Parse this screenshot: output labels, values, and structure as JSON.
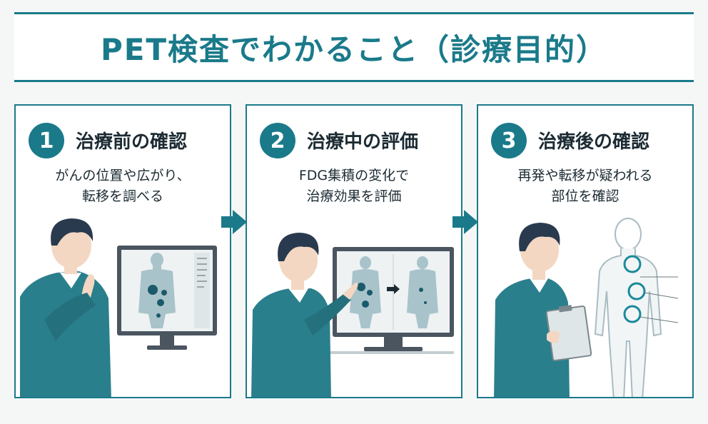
{
  "title": "PET検査でわかること（診療目的）",
  "steps": [
    {
      "number": "1",
      "title": "治療前の確認",
      "desc_lines": [
        "がんの位置や広がり、",
        "転移を調べる"
      ]
    },
    {
      "number": "2",
      "title": "治療中の評価",
      "desc_lines": [
        "FDG集積の変化で",
        "治療効果を評価"
      ]
    },
    {
      "number": "3",
      "title": "治療後の確認",
      "desc_lines": [
        "再発や転移が疑われる",
        "部位を確認"
      ]
    }
  ],
  "colors": {
    "accent": "#1a7a8a",
    "text": "#1c2b33",
    "sweater": "#2a7f8c",
    "hair": "#2a3a4e"
  },
  "icons": [
    "arrow-right-icon",
    "doctor-figure",
    "pet-monitor",
    "clipboard-icon",
    "body-outline"
  ]
}
